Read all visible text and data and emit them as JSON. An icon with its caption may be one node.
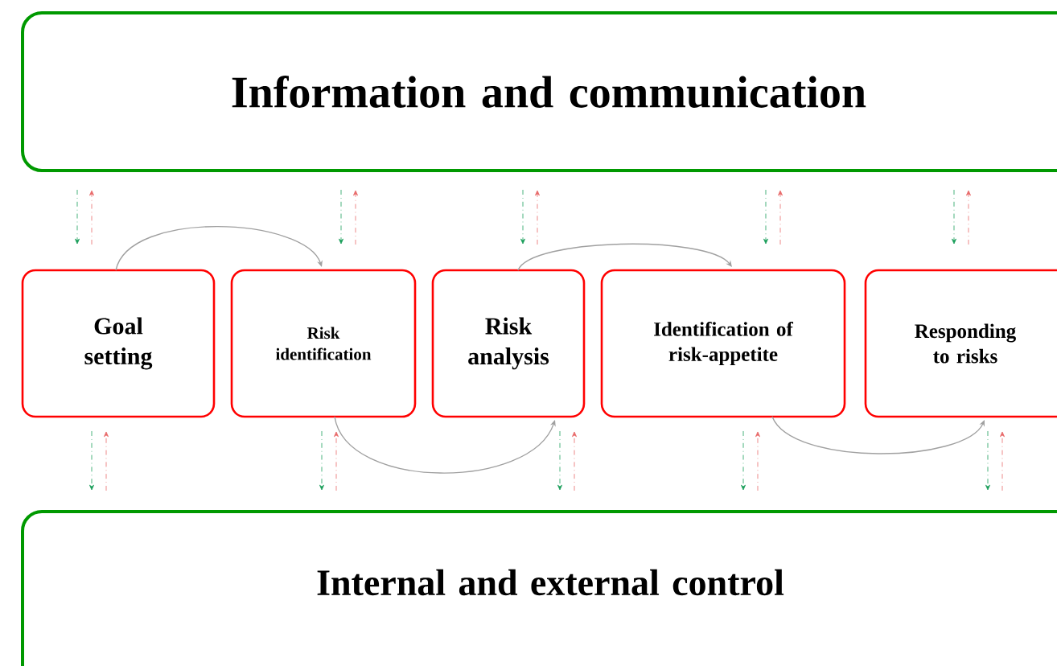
{
  "diagram": {
    "nodes": [
      {
        "text": [
          "Information and communication"
        ]
      },
      {
        "text": [
          "Goal setting"
        ]
      },
      {
        "text": [
          "Risk identification"
        ]
      },
      {
        "text": [
          "Risk analysis"
        ]
      },
      {
        "text": [
          "Identification of risk-appetite"
        ]
      },
      {
        "text": [
          "Responding to risks"
        ]
      },
      {
        "text": [
          "Internal and external control"
        ]
      }
    ],
    "edges": [
      {
        "from": 0,
        "to": 1,
        "arrow": "to",
        "style": "dashed",
        "color": "#1b9e5a"
      },
      {
        "from": 1,
        "to": 0,
        "arrow": "to",
        "style": "dashed",
        "color": "#e86a6a"
      },
      {
        "from": 0,
        "to": 2,
        "arrow": "to",
        "style": "dashed",
        "color": "#1b9e5a"
      },
      {
        "from": 2,
        "to": 0,
        "arrow": "to",
        "style": "dashed",
        "color": "#e86a6a"
      },
      {
        "from": 0,
        "to": 3,
        "arrow": "to",
        "style": "dashed",
        "color": "#1b9e5a"
      },
      {
        "from": 3,
        "to": 0,
        "arrow": "to",
        "style": "dashed",
        "color": "#e86a6a"
      },
      {
        "from": 0,
        "to": 4,
        "arrow": "to",
        "style": "dashed",
        "color": "#1b9e5a"
      },
      {
        "from": 4,
        "to": 0,
        "arrow": "to",
        "style": "dashed",
        "color": "#e86a6a"
      },
      {
        "from": 0,
        "to": 5,
        "arrow": "to",
        "style": "dashed",
        "color": "#1b9e5a"
      },
      {
        "from": 5,
        "to": 0,
        "arrow": "to",
        "style": "dashed",
        "color": "#e86a6a"
      },
      {
        "from": 1,
        "to": 6,
        "arrow": "to",
        "style": "dashed",
        "color": "#1b9e5a"
      },
      {
        "from": 6,
        "to": 1,
        "arrow": "to",
        "style": "dashed",
        "color": "#e86a6a"
      },
      {
        "from": 2,
        "to": 6,
        "arrow": "to",
        "style": "dashed",
        "color": "#1b9e5a"
      },
      {
        "from": 6,
        "to": 2,
        "arrow": "to",
        "style": "dashed",
        "color": "#e86a6a"
      },
      {
        "from": 3,
        "to": 6,
        "arrow": "to",
        "style": "dashed",
        "color": "#1b9e5a"
      },
      {
        "from": 6,
        "to": 3,
        "arrow": "to",
        "style": "dashed",
        "color": "#e86a6a"
      },
      {
        "from": 4,
        "to": 6,
        "arrow": "to",
        "style": "dashed",
        "color": "#1b9e5a"
      },
      {
        "from": 6,
        "to": 4,
        "arrow": "to",
        "style": "dashed",
        "color": "#e86a6a"
      },
      {
        "from": 5,
        "to": 6,
        "arrow": "to",
        "style": "dashed",
        "color": "#1b9e5a"
      },
      {
        "from": 6,
        "to": 5,
        "arrow": "to",
        "style": "dashed",
        "color": "#e86a6a"
      },
      {
        "from": 1,
        "to": 2,
        "arrow": "to",
        "color": "#a0a0a0"
      },
      {
        "from": 2,
        "to": 3,
        "arrow": "to",
        "color": "#a0a0a0"
      },
      {
        "from": 3,
        "to": 4,
        "arrow": "to",
        "color": "#a0a0a0"
      },
      {
        "from": 4,
        "to": 5,
        "arrow": "to",
        "color": "#a0a0a0"
      }
    ]
  }
}
